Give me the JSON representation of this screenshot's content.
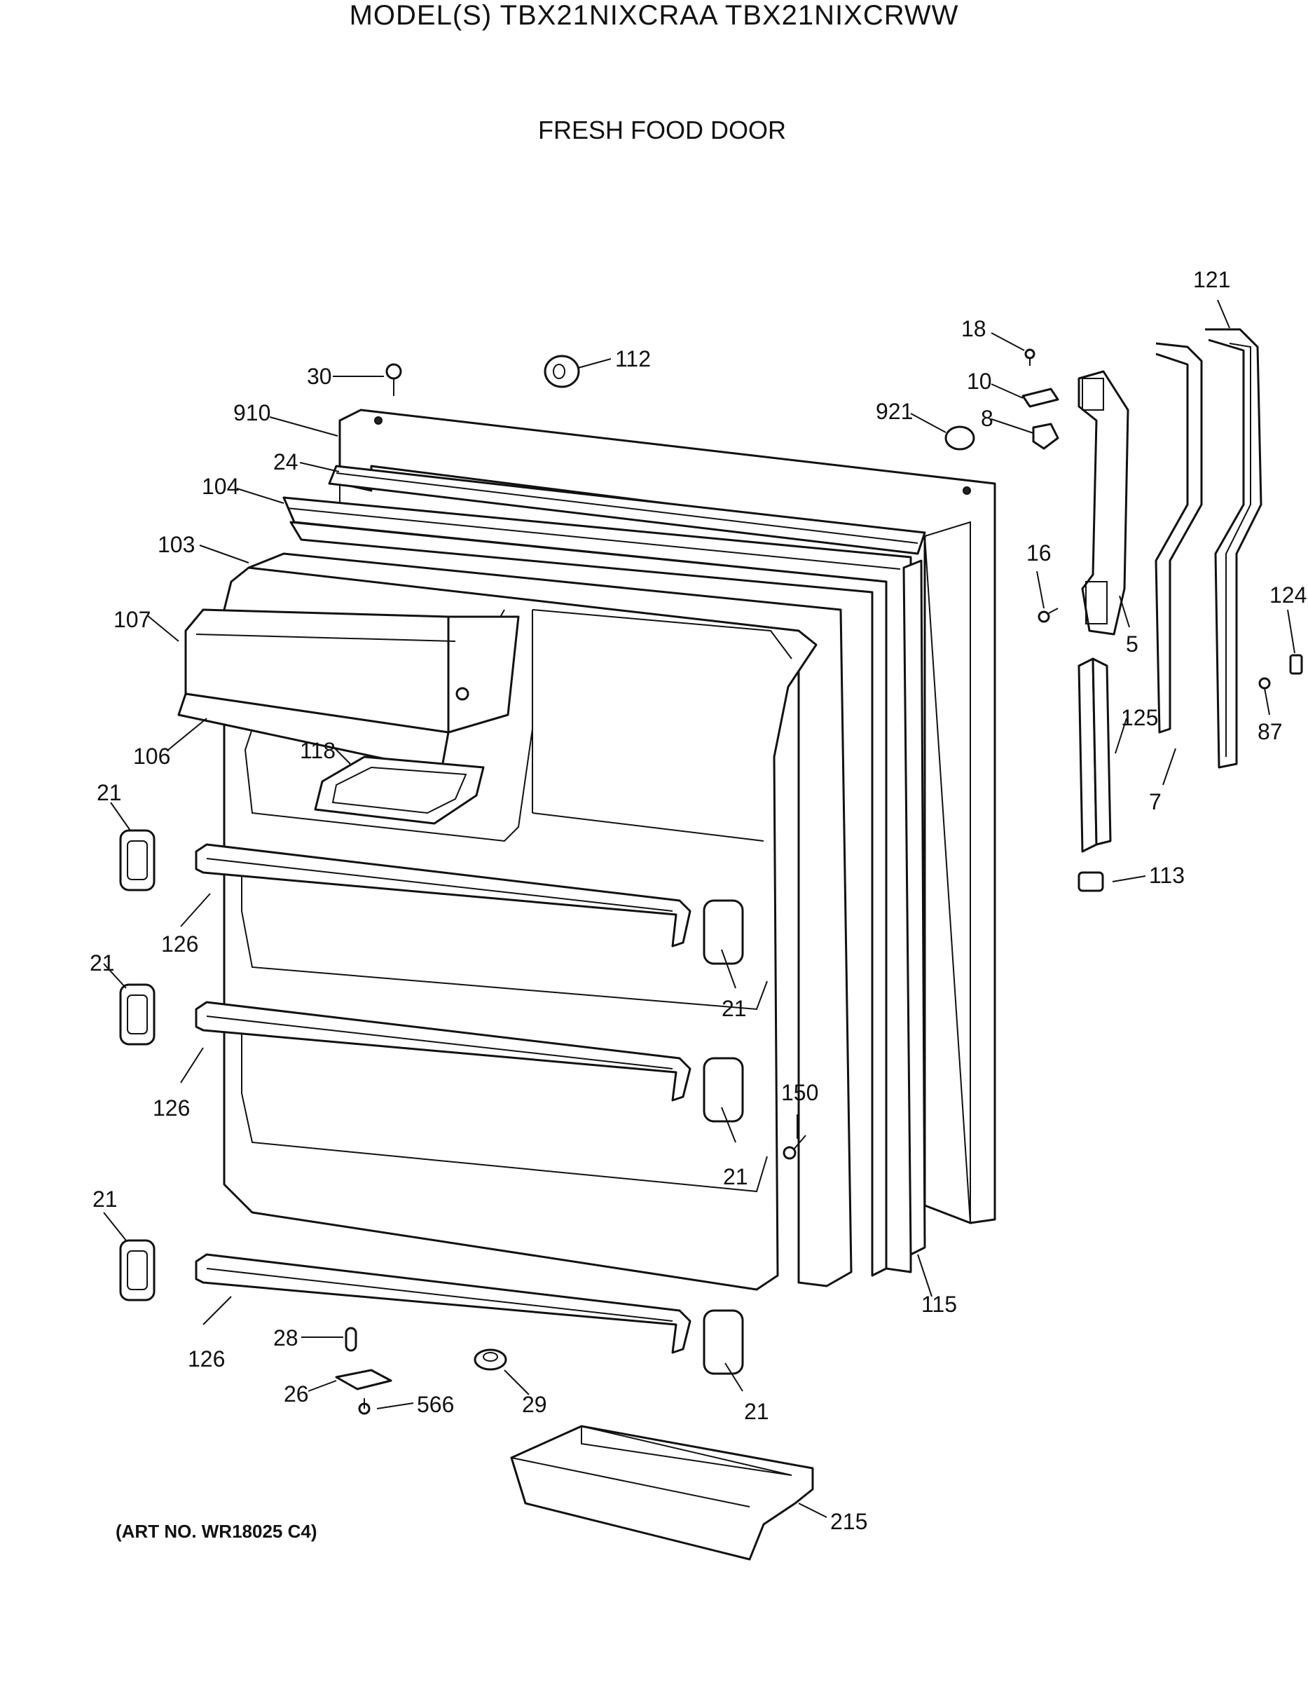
{
  "header": {
    "model": "MODEL(S) TBX21NIXCRAA  TBX21NIXCRWW",
    "section": "FRESH FOOD DOOR"
  },
  "footer": {
    "art_no": "(ART NO. WR18025 C4)"
  },
  "callouts": {
    "p30": "30",
    "p112": "112",
    "p910": "910",
    "p24": "24",
    "p104": "104",
    "p103": "103",
    "p107": "107",
    "p106": "106",
    "p118": "118",
    "p21a": "21",
    "p126a": "126",
    "p21b": "21",
    "p21c": "21",
    "p126b": "126",
    "p21d": "21",
    "p21e": "21",
    "p126c": "126",
    "p21f": "21",
    "p150": "150",
    "p28": "28",
    "p26": "26",
    "p566": "566",
    "p29": "29",
    "p215": "215",
    "p115": "115",
    "p18": "18",
    "p10": "10",
    "p921": "921",
    "p8": "8",
    "p16": "16",
    "p5": "5",
    "p121": "121",
    "p124": "124",
    "p125": "125",
    "p7": "7",
    "p87": "87",
    "p113": "113"
  }
}
